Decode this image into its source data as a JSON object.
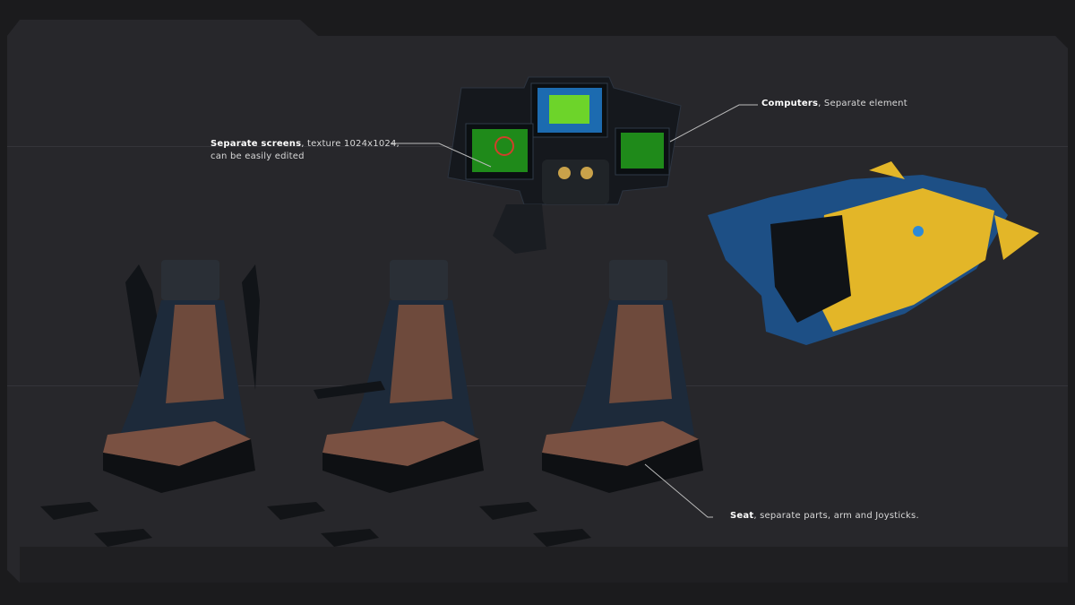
{
  "callouts": {
    "screens": {
      "bold": "Separate screens",
      "rest": ", texture 1024x1024,",
      "line2": "can be easily edited"
    },
    "computers": {
      "bold": "Computers",
      "rest": ", Separate element"
    },
    "seat": {
      "bold": "Seat",
      "rest": ", separate parts, arm and Joysticks."
    }
  },
  "colors": {
    "background": "#1b1b1d",
    "panel": "#27272b",
    "seat_leather": "#6e4a3c",
    "seat_frame": "#1d2a3a",
    "screen_green": "#3ddc3a",
    "ship_yellow": "#e3b628",
    "ship_blue": "#1f5f9e"
  }
}
